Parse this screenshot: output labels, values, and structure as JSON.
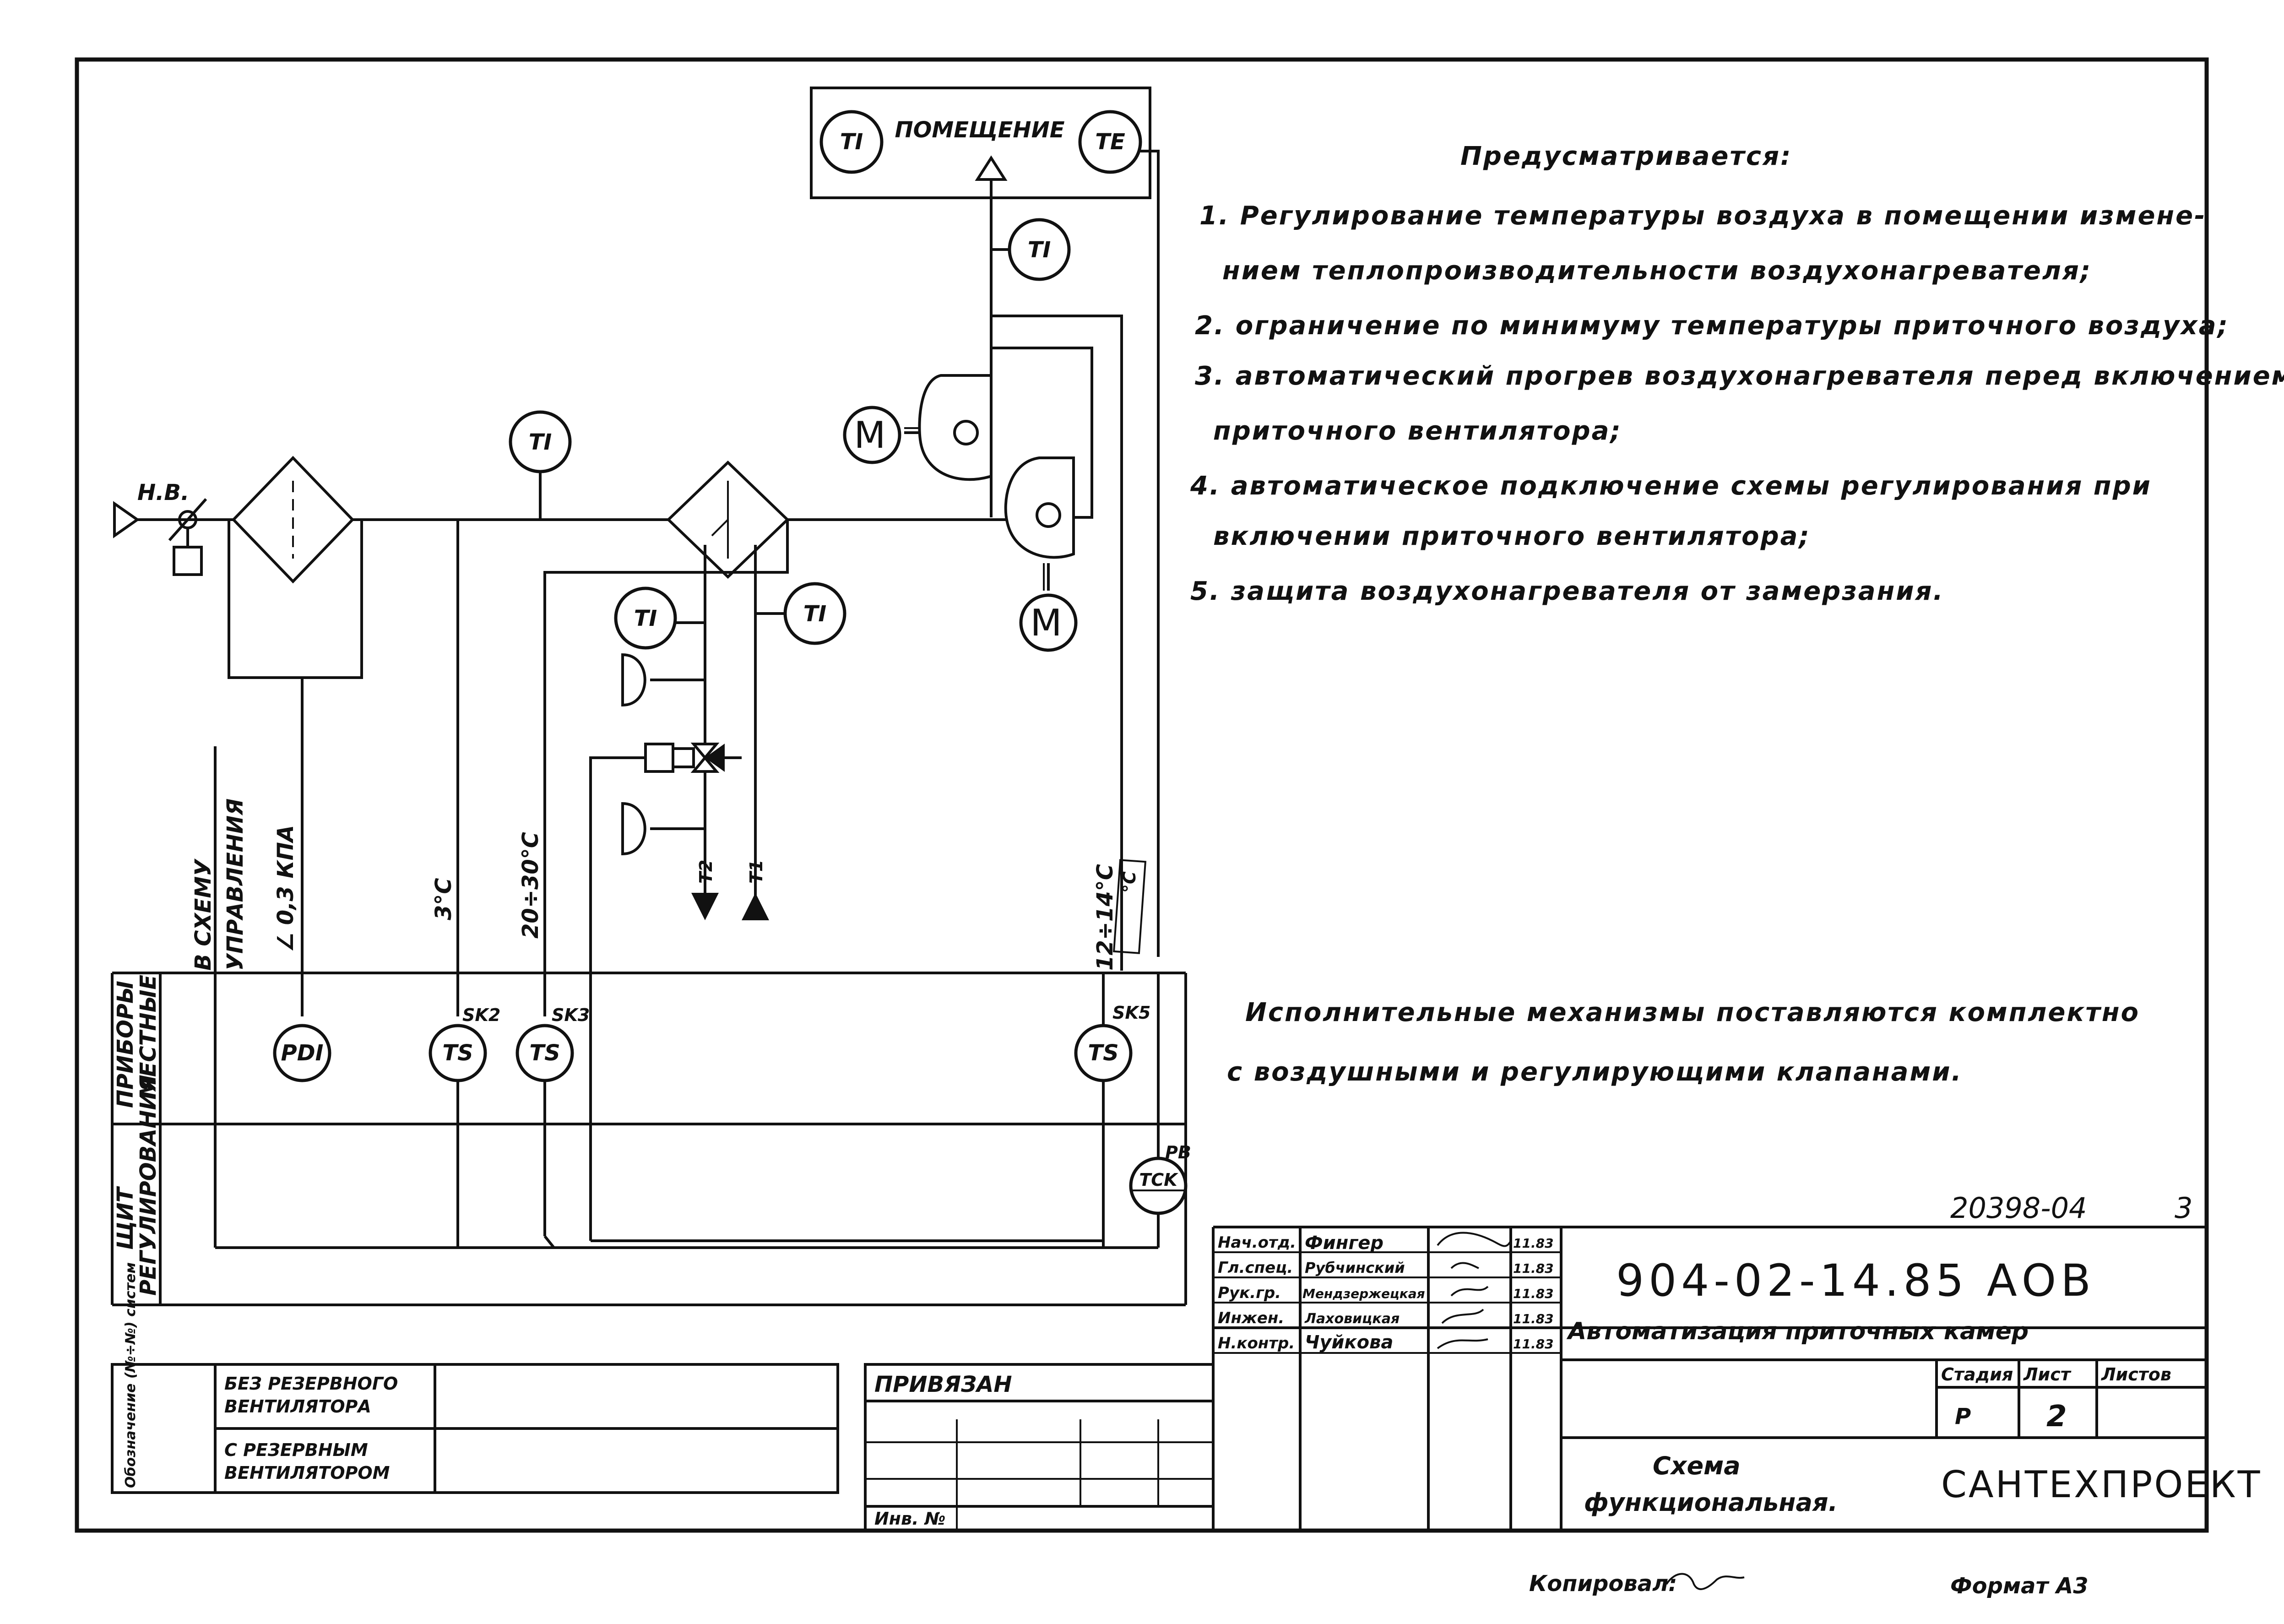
{
  "room": {
    "label": "ПОМЕЩЕНИЕ",
    "left_instrument": "TI",
    "right_instrument": "TE"
  },
  "supply_temp_instrument": "TI",
  "intake": {
    "valve_label": "Н.В."
  },
  "instruments": {
    "filter_ti": "TI",
    "heater_return_ti": "TI",
    "heater_supply_ti": "TI",
    "motor_top": "M",
    "motor_bottom": "M"
  },
  "pipe_labels": {
    "return": "T2",
    "supply": "T1"
  },
  "vertical_labels": {
    "scheme": "В СХЕМУ",
    "control": "УПРАВЛЕНИЯ",
    "pressure": "∠ 0,3 КПА",
    "t3": "3°С",
    "t20": "20÷30°С",
    "t12": "12÷14°С",
    "thermo_box": "°C"
  },
  "local_devices": [
    {
      "symbol": "PDI",
      "tag": ""
    },
    {
      "symbol": "TS",
      "tag": "SK2"
    },
    {
      "symbol": "TS",
      "tag": "SK3"
    },
    {
      "symbol": "TS",
      "tag": "SK5"
    }
  ],
  "panel_device": {
    "symbol": "TCK",
    "tag": "PB"
  },
  "row_labels": {
    "local_line1": "ПРИБОРЫ",
    "local_line2": "МЕСТНЫЕ",
    "panel_line1": "ЩИТ",
    "panel_line2": "РЕГУЛИРОВАНИЯ"
  },
  "notes": {
    "heading": "Предусматривается:",
    "items": [
      "1. Регулирование температуры воздуха в помещении измене-",
      "нием теплопроизводительности воздухонагревателя;",
      "2. ограничение по минимуму температуры приточного воздуха;",
      "3. автоматический прогрев воздухонагревателя перед включением",
      "приточного вентилятора;",
      "4. автоматическое подключение схемы регулирования при",
      "включении приточного вентилятора;",
      "5. защита воздухонагревателя от замерзания."
    ],
    "footer_line1": "Исполнительные механизмы поставляются комплектно",
    "footer_line2": "с воздушными и регулирующими клапанами."
  },
  "doc_number": "20398-04",
  "sheet_marker": "3",
  "title_block": {
    "code": "904-02-14.85 АОВ",
    "subject": "Автоматизация приточных камер",
    "drawing": "Схема функциональная.",
    "drawing_line1": "Схема",
    "drawing_line2": "функциональная.",
    "org": "САНТЕХПРОЕКТ",
    "stage_header": "Стадия",
    "sheet_header": "Лист",
    "sheets_header": "Листов",
    "stage": "Р",
    "sheet": "2",
    "signatures": [
      {
        "role": "Нач.отд.",
        "name": "Фингер",
        "date": "11.83"
      },
      {
        "role": "Гл.спец.",
        "name": "Рубчинский",
        "date": "11.83"
      },
      {
        "role": "Рук.гр.",
        "name": "Мендзержецкая",
        "date": "11.83"
      },
      {
        "role": "Инжен.",
        "name": "Лаховицкая",
        "date": "11.83"
      },
      {
        "role": "Н.контр.",
        "name": "Чуйкова",
        "date": "11.83"
      }
    ]
  },
  "systems_table": {
    "header": "Обозначение (№÷№) систем",
    "row1": "БЕЗ РЕЗЕРВНОГО ВЕНТИЛЯТОРА",
    "row1_line1": "БЕЗ РЕЗЕРВНОГО",
    "row1_line2": "ВЕНТИЛЯТОРА",
    "row2": "С РЕЗЕРВНЫМ ВЕНТИЛЯТОРОМ",
    "row2_line1": "С РЕЗЕРВНЫМ",
    "row2_line2": "ВЕНТИЛЯТОРОМ"
  },
  "binding": {
    "label": "ПРИВЯЗАН",
    "inv": "Инв. №"
  },
  "footer": {
    "copied": "Копировал:",
    "format": "Формат А3"
  }
}
